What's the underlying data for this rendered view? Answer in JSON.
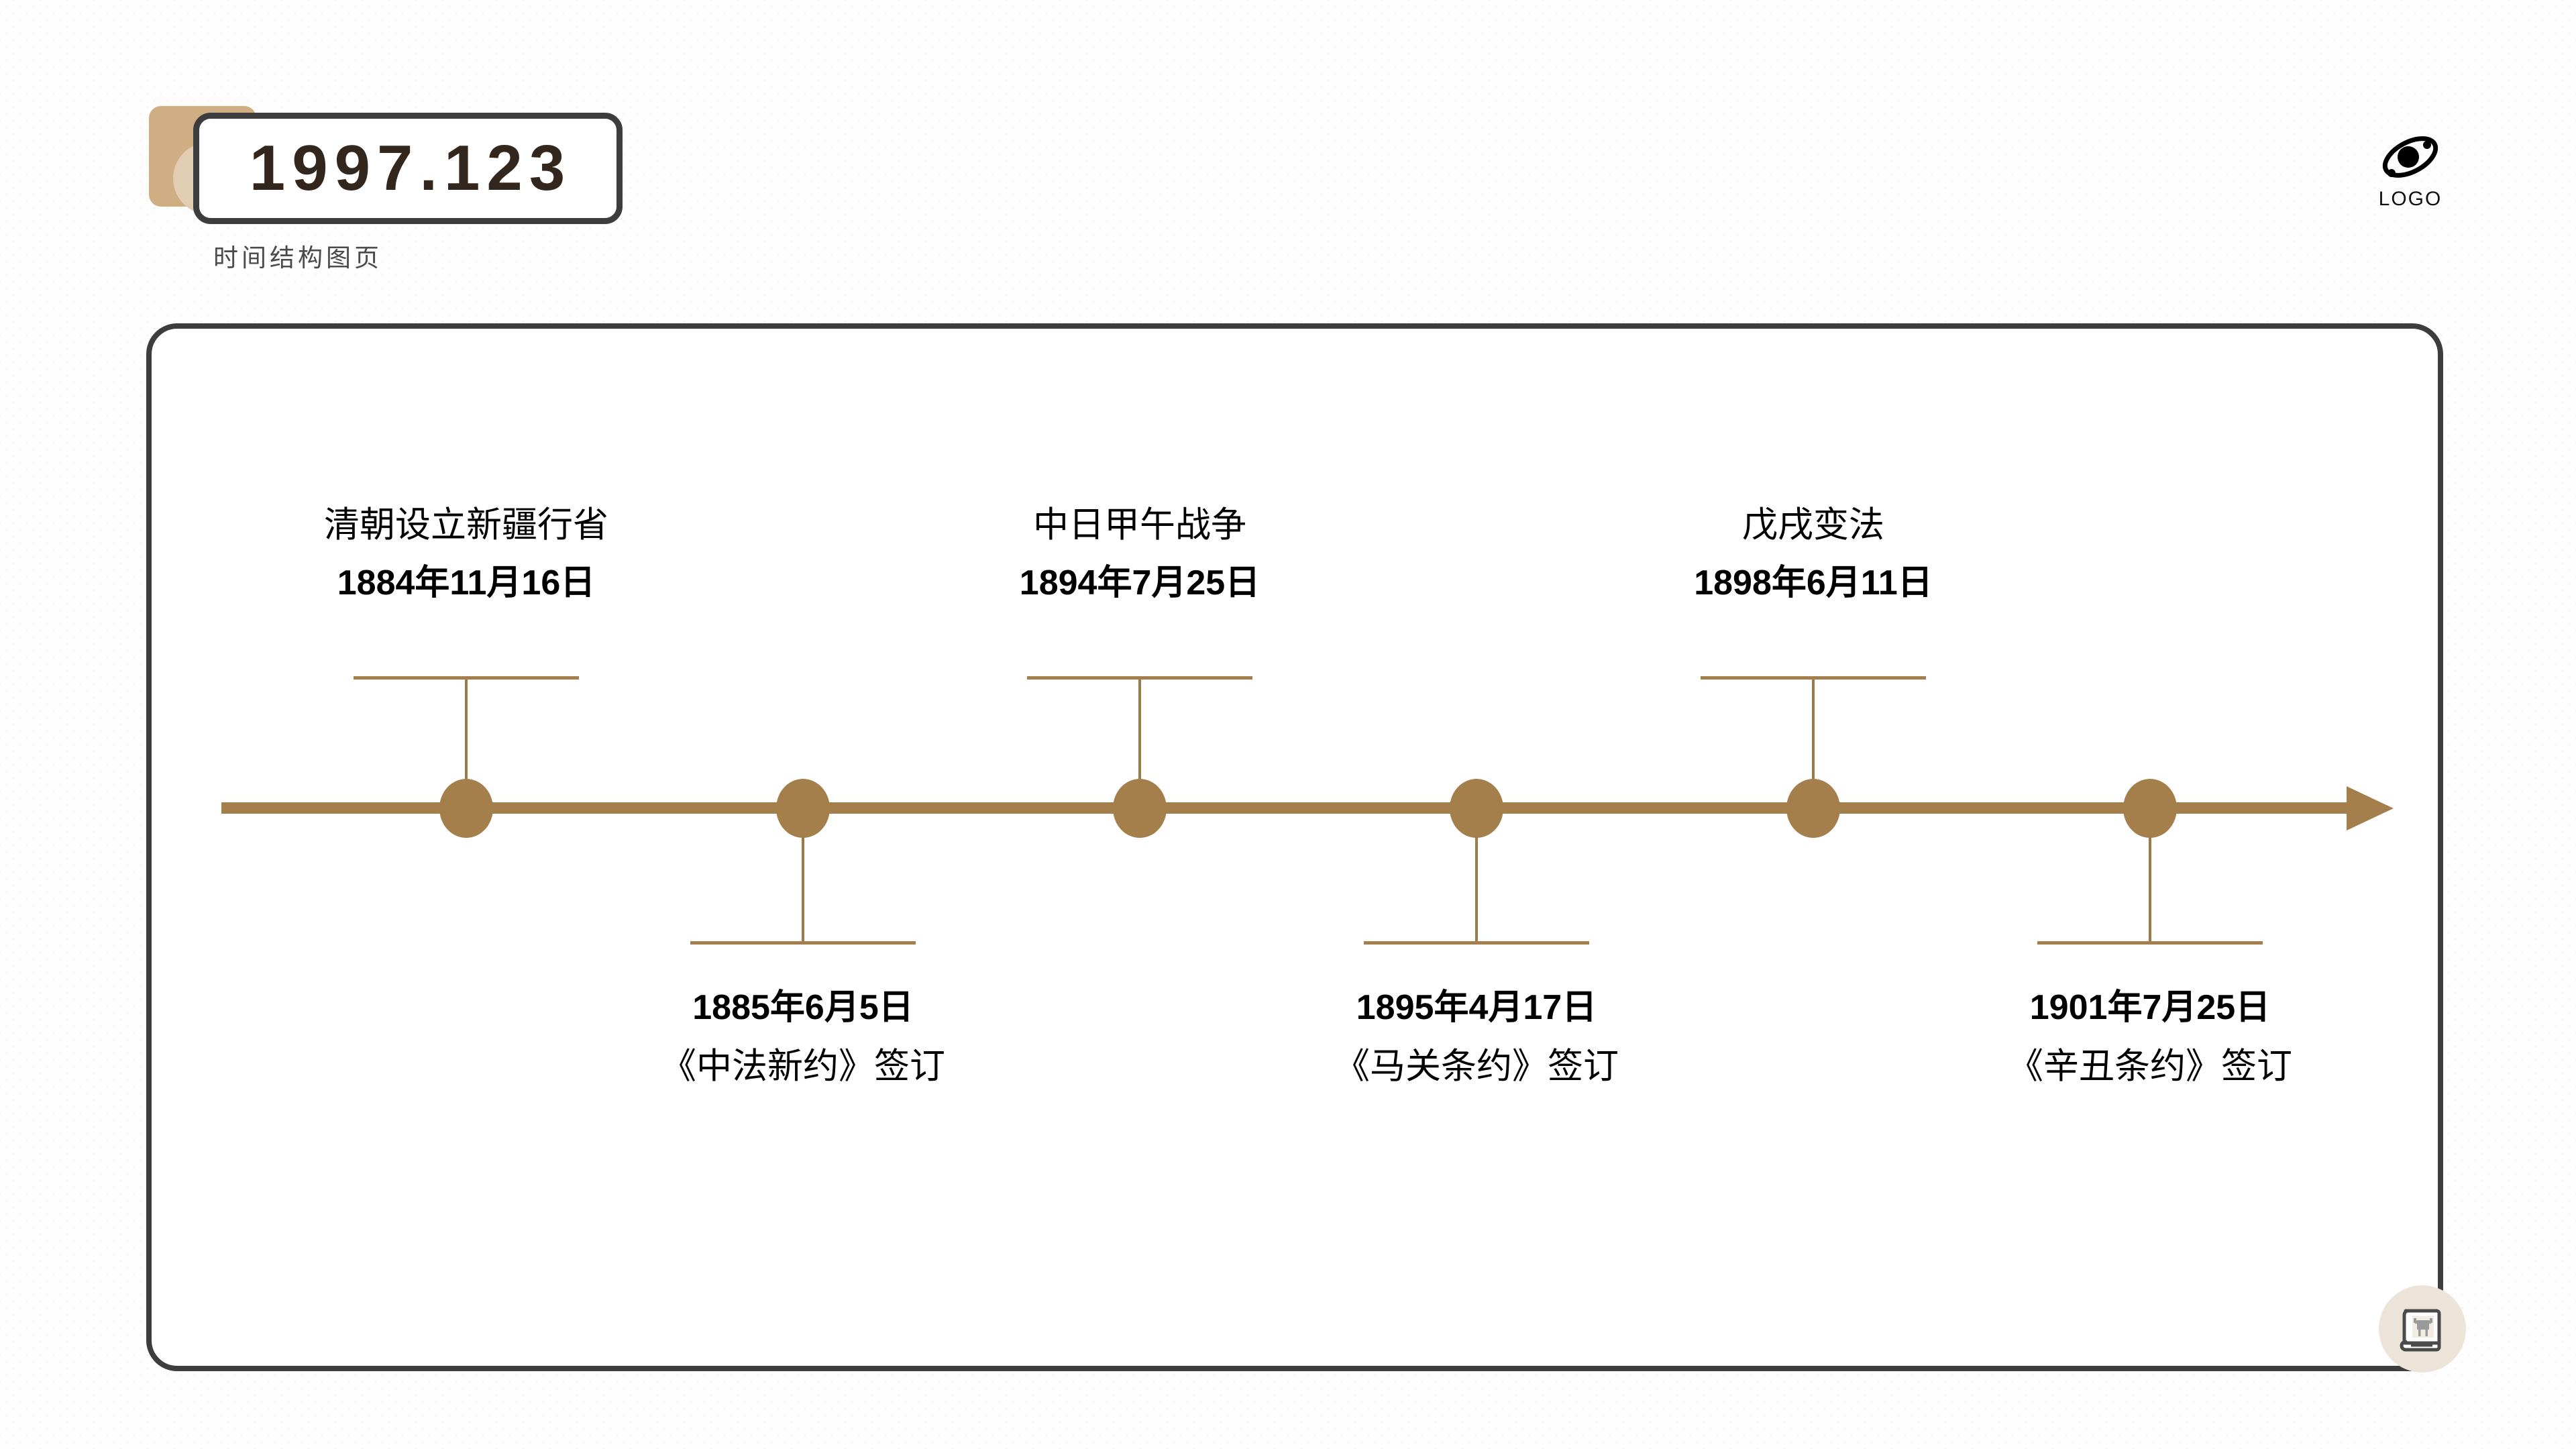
{
  "header": {
    "title": "1997.123",
    "subtitle": "时间结构图页",
    "logo_label": "LOGO",
    "logo_icon": "planet-orbit-icon",
    "accent_color": "#CFAE84",
    "badge_border_color": "#3D3D3D"
  },
  "theme": {
    "accent": "#A47E4B",
    "accent_light": "#CFAE84",
    "outline": "#3D3D3D",
    "page_bg": "#FDFDFD",
    "frame_bg": "#FFFFFF",
    "badge_bg": "#ECE4D8"
  },
  "footer": {
    "icon": "history-book-icon"
  },
  "chart_data": {
    "type": "timeline",
    "title": "时间结构图页",
    "orientation": "horizontal",
    "axis": {
      "arrow": true,
      "direction": "right",
      "color": "#A47E4B"
    },
    "node_count": 6,
    "events": [
      {
        "index": 1,
        "date": "1884年11月16日",
        "event": "清朝设立新疆行省",
        "side": "above",
        "year": 1884
      },
      {
        "index": 2,
        "date": "1885年6月5日",
        "event": "《中法新约》签订",
        "side": "below",
        "year": 1885
      },
      {
        "index": 3,
        "date": "1894年7月25日",
        "event": "中日甲午战争",
        "side": "above",
        "year": 1894
      },
      {
        "index": 4,
        "date": "1895年4月17日",
        "event": "《马关条约》签订",
        "side": "below",
        "year": 1895
      },
      {
        "index": 5,
        "date": "1898年6月11日",
        "event": "戊戌变法",
        "side": "above",
        "year": 1898
      },
      {
        "index": 6,
        "date": "1901年7月25日",
        "event": "《辛丑条约》签订",
        "side": "below",
        "year": 1901
      }
    ]
  }
}
